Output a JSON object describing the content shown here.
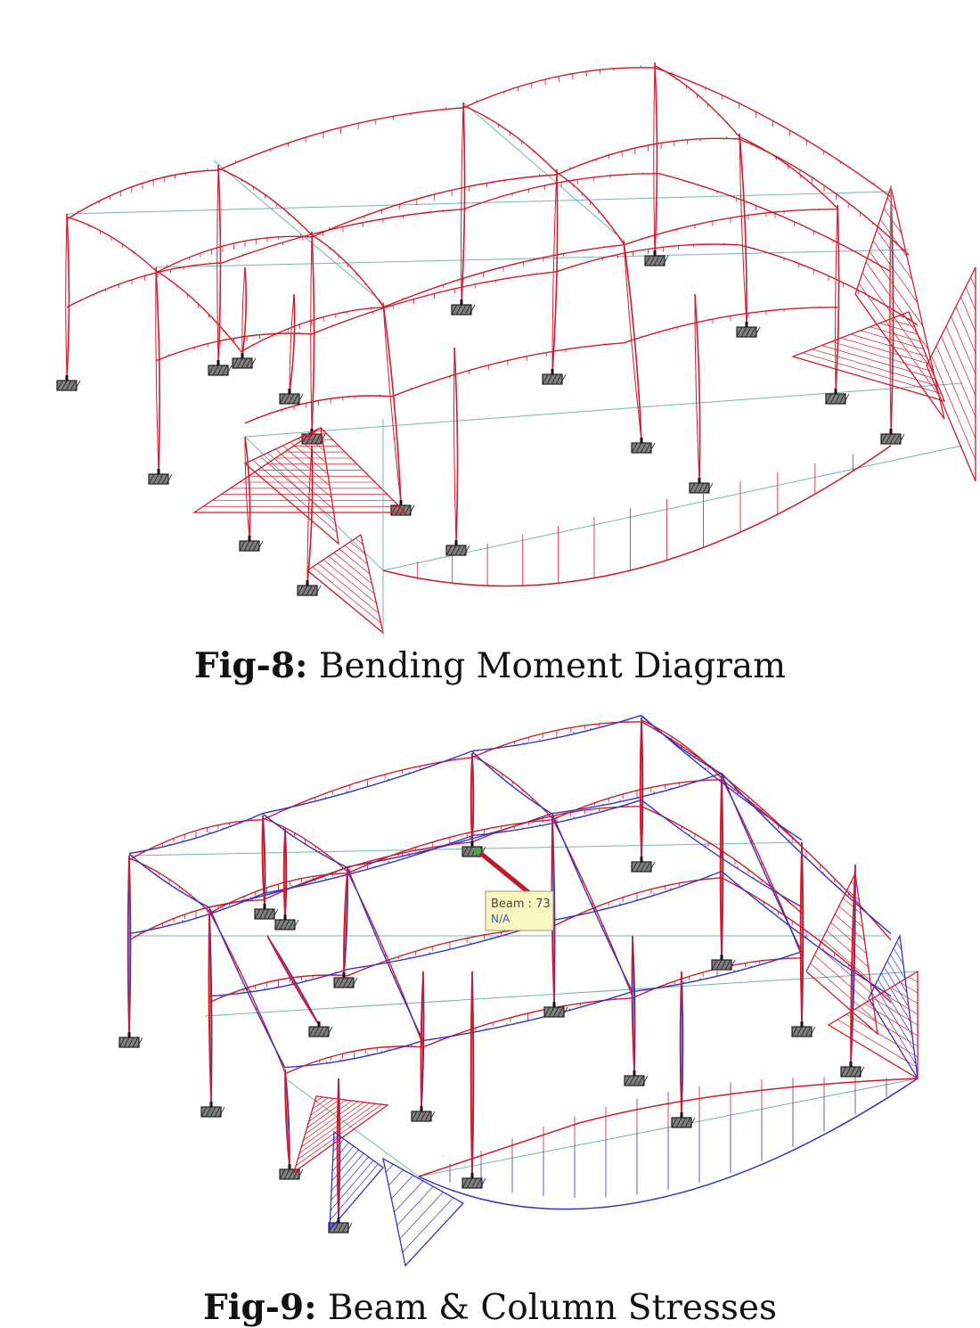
{
  "figures": [
    {
      "label": "Fig-8:",
      "title": "Bending Moment Diagram"
    },
    {
      "label": "Fig-9:",
      "title": "Beam & Column Stresses",
      "tooltip": {
        "line1": "Beam : 73",
        "line2": "N/A"
      }
    }
  ],
  "colors": {
    "moment": "#d11a2a",
    "stress_compression": "#3232c8",
    "member": "#6fb5b0",
    "support_fill": "#808080",
    "tooltip_bg": "#fbf6bf",
    "tooltip_border": "#9a9a60",
    "highlight": "#c0182a"
  }
}
